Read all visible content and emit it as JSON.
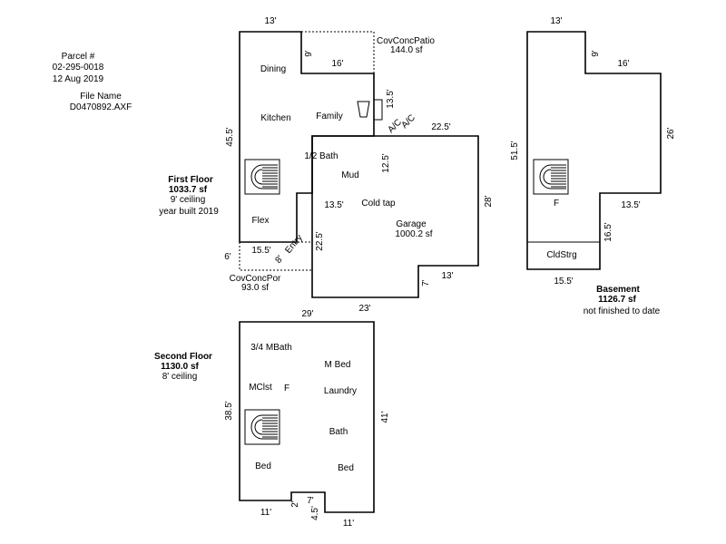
{
  "info": {
    "parcel_label": "Parcel #",
    "parcel_number": "02-295-0018",
    "date": "12 Aug 2019",
    "file_label": "File Name",
    "file_name": "D0470892.AXF"
  },
  "first_floor": {
    "title": "First Floor",
    "area": "1033.7 sf",
    "ceiling": "9' ceiling",
    "year": "year built 2019",
    "rooms": {
      "dining": "Dining",
      "kitchen": "Kitchen",
      "family": "Family",
      "half_bath": "1/2 Bath",
      "mud": "Mud",
      "flex": "Flex",
      "entry": "Entry",
      "cold_tap": "Cold tap",
      "ac1": "A/C",
      "ac2": "A/C"
    },
    "dims": {
      "top": "13'",
      "left": "45.5'",
      "patio_side": "9'",
      "patio_width": "16'",
      "fireplace": "13.5'",
      "mud_side": "12.5'",
      "garage_top": "22.5'",
      "garage_right": "28'",
      "garage_left": "13.5'",
      "entry_side": "22.5'",
      "garage_bump": "13'",
      "garage_step": "7'",
      "garage_bottom": "23'",
      "porch_width": "15.5'",
      "porch_depth": "6'",
      "porch_diag": "8'"
    },
    "patio": {
      "name": "CovConcPatio",
      "area": "144.0 sf"
    },
    "porch": {
      "name": "CovConcPor",
      "area": "93.0 sf"
    },
    "garage": {
      "name": "Garage",
      "area": "1000.2 sf"
    }
  },
  "basement": {
    "title": "Basement",
    "area": "1126.7 sf",
    "note": "not finished to date",
    "rooms": {
      "furnace": "F",
      "cold_storage": "CldStrg"
    },
    "dims": {
      "top": "13'",
      "step_side": "9'",
      "step_width": "16'",
      "right": "26'",
      "left": "51.5'",
      "lower_width": "13.5'",
      "lower_side": "16.5'",
      "bottom": "15.5'"
    }
  },
  "second_floor": {
    "title": "Second Floor",
    "area": "1130.0 sf",
    "ceiling": "8' ceiling",
    "rooms": {
      "three_quarter_bath": "3/4 MBath",
      "master_bed": "M Bed",
      "master_closet": "MClst",
      "furnace": "F",
      "laundry": "Laundry",
      "bath": "Bath",
      "bed_left": "Bed",
      "bed_right": "Bed"
    },
    "dims": {
      "top": "29'",
      "left": "38.5'",
      "right": "41'",
      "bottom_left": "11'",
      "notch_side": "2'",
      "notch_top": "7'",
      "notch_depth": "4.5'",
      "bottom_right": "11'"
    }
  }
}
